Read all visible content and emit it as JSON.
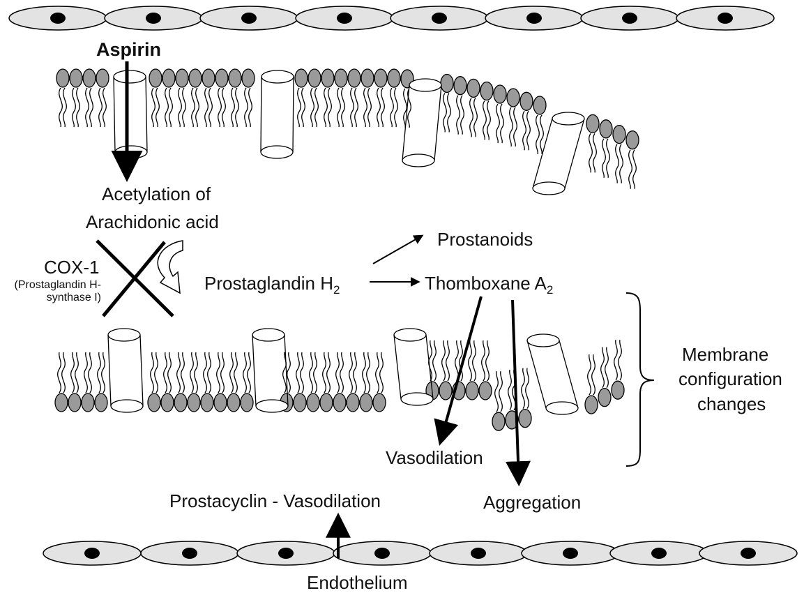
{
  "labels": {
    "aspirin": "Aspirin",
    "acetylation_line1": "Acetylation of",
    "acetylation_line2": "Arachidonic acid",
    "cox1": "COX-1",
    "cox1_sub_line1": "(Prostaglandin H-",
    "cox1_sub_line2": "synthase I)",
    "prostaglandin": "Prostaglandin H",
    "prostaglandin_sub": "2",
    "prostanoids": "Prostanoids",
    "thromboxane": "Thomboxane A",
    "thromboxane_sub": "2",
    "vasodilation": "Vasodilation",
    "aggregation": "Aggregation",
    "membrane_line1": "Membrane",
    "membrane_line2": "configuration",
    "membrane_line3": "changes",
    "prostacyclin": "Prostacyclin - Vasodilation",
    "endothelium": "Endothelium"
  },
  "colors": {
    "lipid_head": "#9a9a9a",
    "endothelial_cell": "#e3e3e3",
    "nucleus": "#000000",
    "line": "#000000"
  }
}
